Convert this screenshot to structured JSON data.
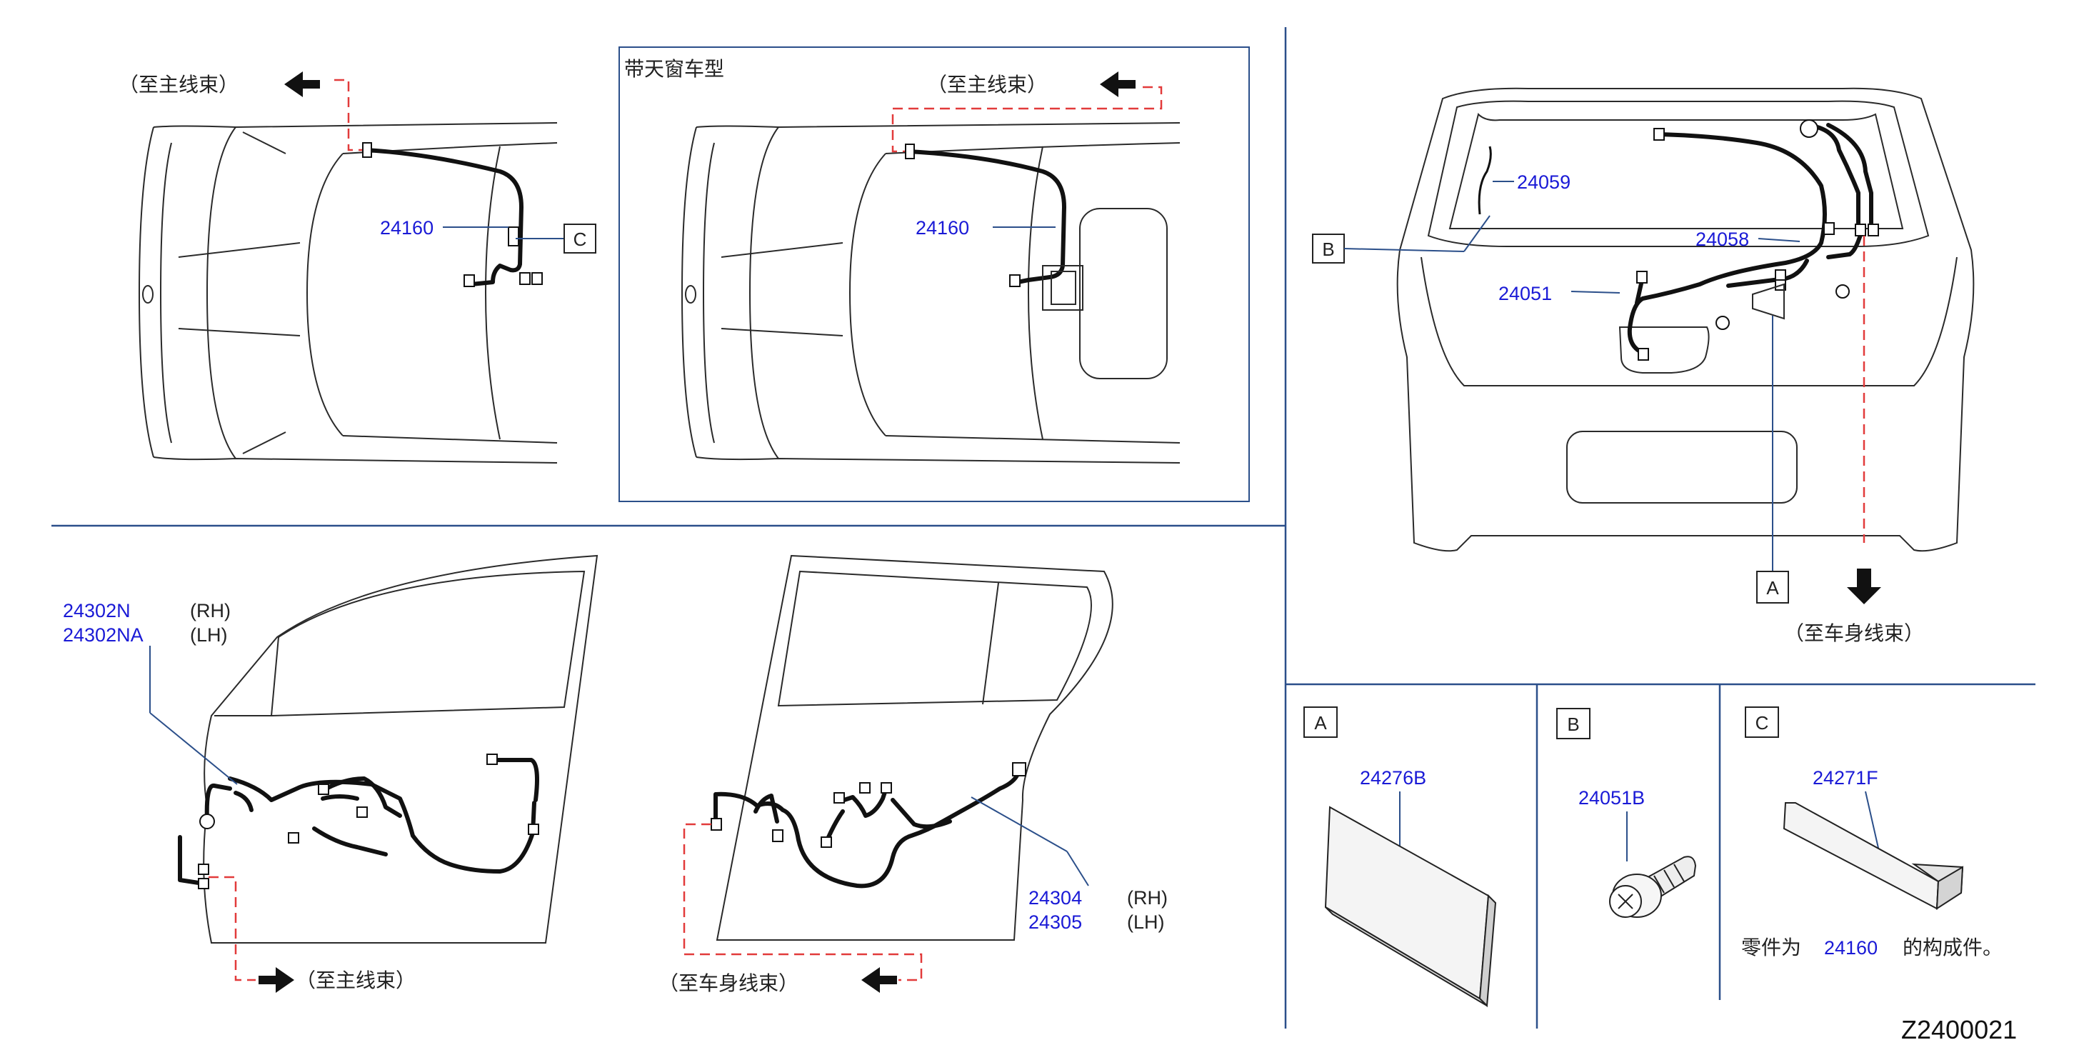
{
  "labels": {
    "to_main_harness": "（至主线束）",
    "to_body_harness": "（至车身线束）",
    "sunroof_model": "带天窗车型",
    "note_prefix": "零件为",
    "note_part": "24160",
    "note_suffix": "的构成件。",
    "rh": "(RH)",
    "lh": "(LH)"
  },
  "callouts": {
    "a": "A",
    "b": "B",
    "c": "C"
  },
  "parts": {
    "p24160": "24160",
    "p24059": "24059",
    "p24058": "24058",
    "p24051": "24051",
    "p24302n": "24302N",
    "p24302na": "24302NA",
    "p24304": "24304",
    "p24305": "24305",
    "p24276b": "24276B",
    "p24051b": "24051B",
    "p24271f": "24271F"
  },
  "diagram_code": "Z2400021",
  "colors": {
    "part_number": "#1a1ad6",
    "leader_line": "#2b4f8a",
    "dashed_route": "#e23b3b",
    "harness": "#111111"
  }
}
